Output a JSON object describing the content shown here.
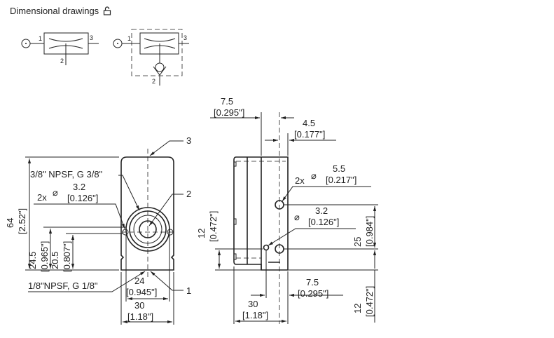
{
  "header": {
    "title": "Dimensional drawings",
    "lock_icon": "unlocked-padlock-icon"
  },
  "symbols": {
    "simple": {
      "port1": "1",
      "port2": "2",
      "port3": "3"
    },
    "with_check": {
      "port1": "1",
      "port2": "2",
      "port3": "3"
    }
  },
  "front_view": {
    "callout_3": "3",
    "callout_2": "2",
    "callout_1": "1",
    "port_top_label": "3/8\" NPSF, G 3/8\"",
    "holes_count": "2x",
    "holes_symbol": "⌀",
    "holes_dia": "3.2",
    "holes_dia_in": "[0.126\"]",
    "port_bottom_label": "1/8\"NPSF, G 1/8\"",
    "height": "64",
    "height_in": "[2.52\"]",
    "dim_24_5": "24.5",
    "dim_24_5_in": "[0.965\"]",
    "dim_20_5": "20.5",
    "dim_20_5_in": "[0.807\"]",
    "dim_24": "24",
    "dim_24_in": "[0.945\"]",
    "dim_30": "30",
    "dim_30_in": "[1.18\"]"
  },
  "side_view": {
    "dim_7_5_top": "7.5",
    "dim_7_5_top_in": "[0.295\"]",
    "dim_4_5": "4.5",
    "dim_4_5_in": "[0.177\"]",
    "holes_count": "2x",
    "holes_symbol": "⌀",
    "holes_dia": "5.5",
    "holes_dia_in": "[0.217\"]",
    "hole_symbol": "⌀",
    "hole_dia": "3.2",
    "hole_dia_in": "[0.126\"]",
    "dim_25": "25",
    "dim_25_in": "[0.984\"]",
    "dim_12_left": "12",
    "dim_12_left_in": "[0.472\"]",
    "dim_12_right": "12",
    "dim_12_right_in": "[0.472\"]",
    "dim_7_5_bottom": "7.5",
    "dim_7_5_bottom_in": "[0.295\"]",
    "dim_30": "30",
    "dim_30_in": "[1.18\"]"
  }
}
